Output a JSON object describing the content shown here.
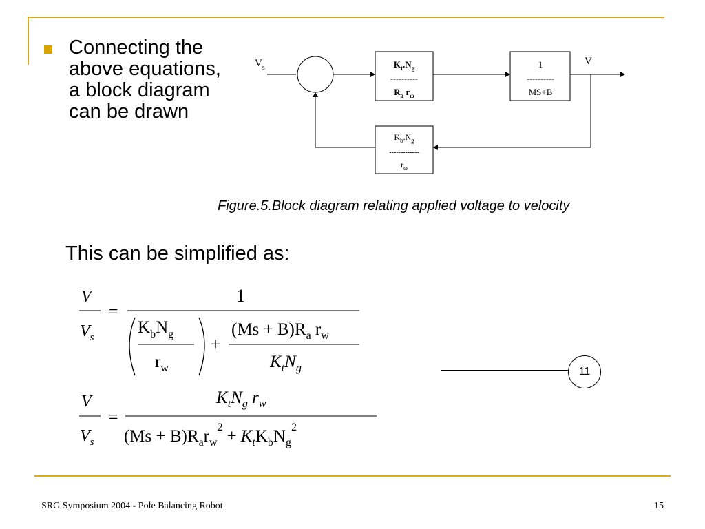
{
  "slide": {
    "bullet_text": "Connecting the above equations, a block diagram can be drawn",
    "figure_caption": "Figure.5.Block diagram relating applied voltage to velocity",
    "simplified_text": "This can be simplified as:",
    "equation_number": "11",
    "footer_left": "SRG Symposium 2004 - Pole Balancing Robot",
    "page_number": "15",
    "accent_color": "#e0a814"
  },
  "diagram": {
    "input_label": "V",
    "input_sub": "s",
    "output_label": "V",
    "forward_block": {
      "num_a": "K",
      "num_a_sub": "t",
      "num_dot": ".N",
      "num_b_sub": "g",
      "dashes": "----------",
      "den_a": "R",
      "den_a_sub": "a",
      "den_b": "r",
      "den_b_sub": "ω"
    },
    "plant_block": {
      "num": "1",
      "dashes": "----------",
      "den": "MS+B"
    },
    "feedback_block": {
      "num_a": "K",
      "num_a_sub": "b",
      "num_dot": ".N",
      "num_b_sub": "g",
      "dashes": "-------------",
      "den": "r",
      "den_sub": "ω"
    }
  },
  "equations": {
    "lhs_num": "V",
    "lhs_den": "V",
    "lhs_den_sub": "s",
    "eq1_num": "1",
    "eq1_paren_num_K": "K",
    "eq1_paren_num_K_sub": "b",
    "eq1_paren_num_N": "N",
    "eq1_paren_num_N_sub": "g",
    "eq1_paren_den": "r",
    "eq1_paren_den_sub": "w",
    "plus": "+",
    "eq1_frac_num_main": "(Ms + B)R",
    "eq1_frac_num_sub1": "a",
    "eq1_frac_num_r": "r",
    "eq1_frac_num_sub2": "w",
    "eq1_frac_den_K": "K",
    "eq1_frac_den_K_sub": "t",
    "eq1_frac_den_N": "N",
    "eq1_frac_den_N_sub": "g",
    "eq2_num_K": "K",
    "eq2_num_K_sub": "t",
    "eq2_num_N": "N",
    "eq2_num_N_sub": "g",
    "eq2_num_r": "r",
    "eq2_num_r_sub": "w",
    "eq2_den_main": "(Ms + B)R",
    "eq2_den_sub_a": "a",
    "eq2_den_r": "r",
    "eq2_den_sub_w": "w",
    "eq2_den_sup1": "2",
    "eq2_den_plus": "+",
    "eq2_den_K": "K",
    "eq2_den_K_sub": "t",
    "eq2_den_K2": "K",
    "eq2_den_K2_sub": "b",
    "eq2_den_N": "N",
    "eq2_den_N_sub": "g",
    "eq2_den_sup2": "2",
    "equals": "="
  }
}
